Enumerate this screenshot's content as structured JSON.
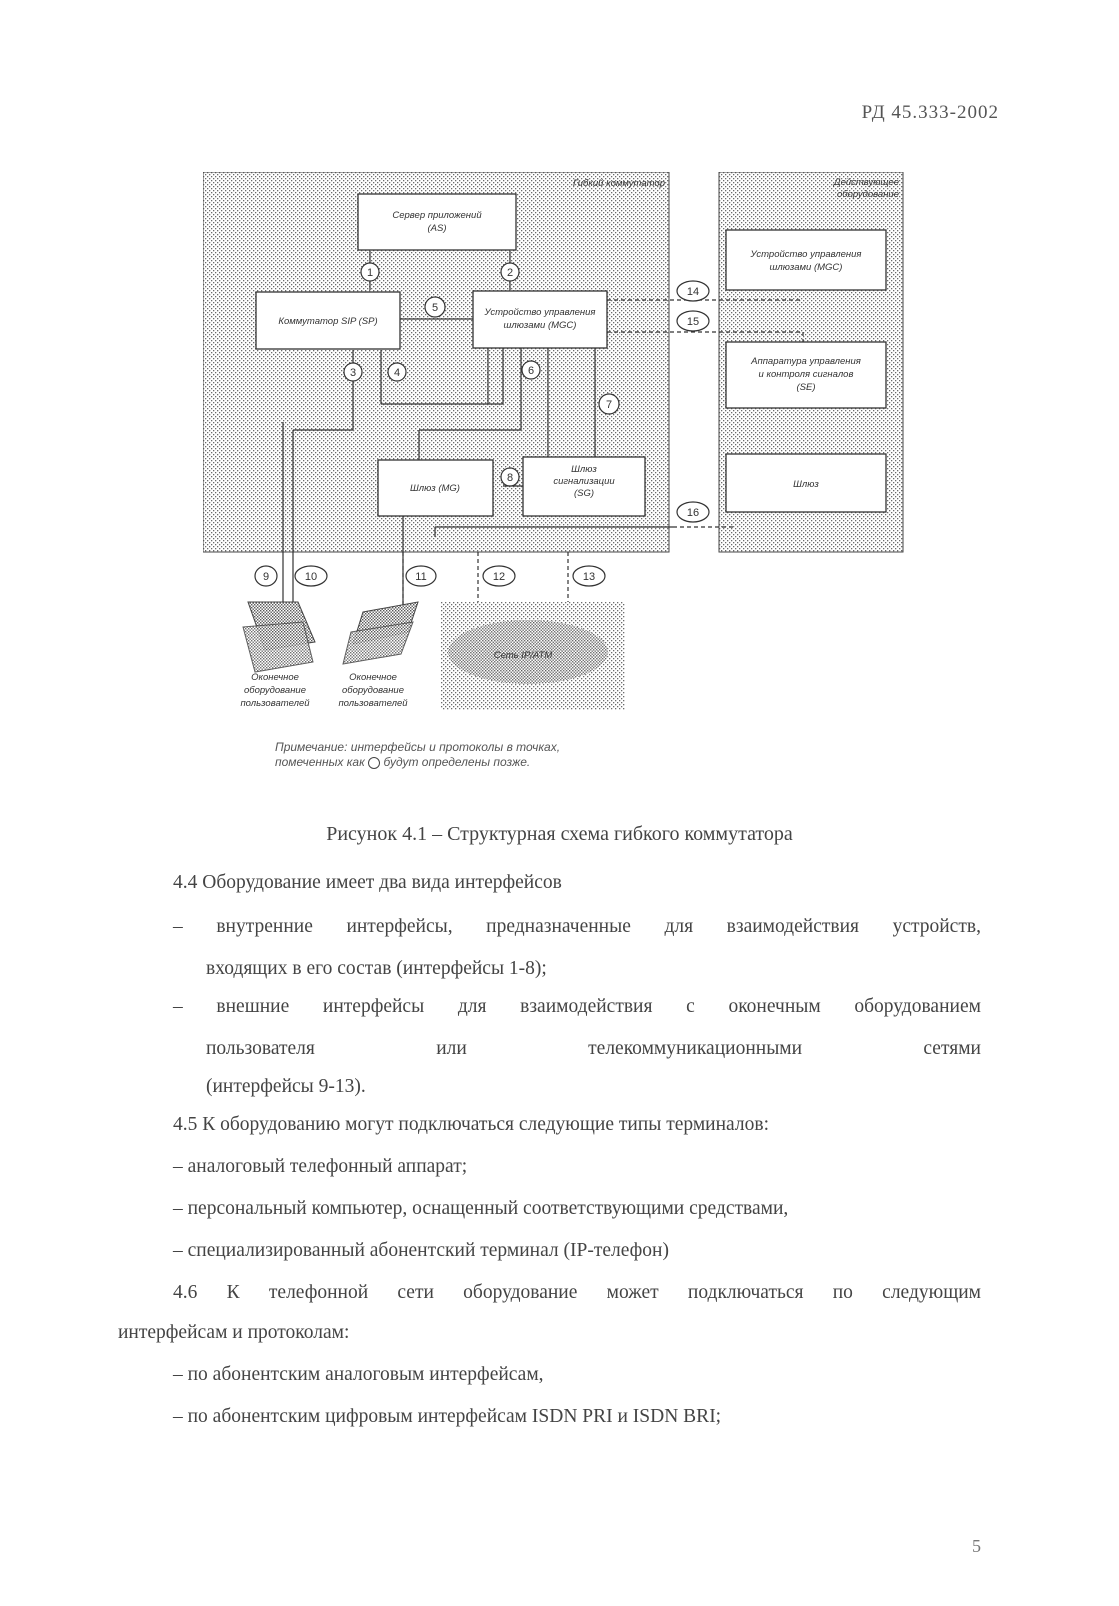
{
  "header": {
    "doc_code": "РД 45.333-2002"
  },
  "figure": {
    "softswitch_label": "Гибкий коммутатор",
    "existing_equipment_label": [
      "Действующее",
      "оборудование"
    ],
    "blocks": {
      "connection_server": [
        "Сервер приложений",
        "(AS)"
      ],
      "sip_proxy": "Коммутатор SIP (SP)",
      "mgc_main": [
        "Устройство управления",
        "шлюзами (MGC)"
      ],
      "mg": "Шлюз (MG)",
      "sg": [
        "Шлюз",
        "сигнализации",
        "(SG)"
      ],
      "mgc_ext": [
        "Устройство управления",
        "шлюзами (MGC)"
      ],
      "signal_equipment": [
        "Аппаратура управления",
        "и контроля сигналов",
        "(SE)"
      ],
      "gateway_ext": "Шлюз",
      "ip_network": "Сеть IP/ATM",
      "terminal_1": [
        "Оконечное",
        "оборудование",
        "пользователей"
      ],
      "terminal_2": [
        "Оконечное",
        "оборудование",
        "пользователей"
      ]
    },
    "interface_numbers": [
      "1",
      "2",
      "3",
      "4",
      "5",
      "6",
      "7",
      "8",
      "9",
      "10",
      "11",
      "12",
      "13",
      "14",
      "15",
      "16"
    ],
    "note": [
      "Примечание: интерфейсы и протоколы в точках,",
      "помеченных как",
      "будут определены позже."
    ]
  },
  "caption": "Рисунок 4.1 – Структурная схема гибкого коммутатора",
  "paragraphs": {
    "p44": "4.4 Оборудование имеет два вида интерфейсов",
    "dash1_line1": [
      "–",
      "внутренние",
      "интерфейсы,",
      "предназначенные",
      "для",
      "взаимодействия",
      "устройств,"
    ],
    "dash1_line2": "входящих в его состав (интерфейсы 1-8);",
    "dash2_line1": [
      "–",
      "внешние",
      "интерфейсы",
      "для",
      "взаимодействия",
      "с",
      "оконечным",
      "оборудованием"
    ],
    "dash2_line2": [
      "пользователя",
      "или",
      "телекоммуникационными",
      "сетями"
    ],
    "dash2_line3": "(интерфейсы 9-13).",
    "p45": "4.5 К оборудованию могут подключаться следующие типы терминалов:",
    "t1": "–  аналоговый телефонный аппарат;",
    "t2": "–  персональный компьютер, оснащенный соответствующими средствами,",
    "t3": "–  специализированный  абонентский терминал (IP-телефон)",
    "p46_line1": [
      "4.6",
      "К",
      "телефонной",
      "сети",
      "оборудование",
      "может",
      "подключаться",
      "по",
      "следующим"
    ],
    "p46_line2": "интерфейсам и протоколам:",
    "i1": "–  по абонентским аналоговым интерфейсам,",
    "i2": "–  по абонентским цифровым интерфейсам ISDN PRI и ISDN BRI;"
  },
  "footer": {
    "page_number": "5"
  }
}
